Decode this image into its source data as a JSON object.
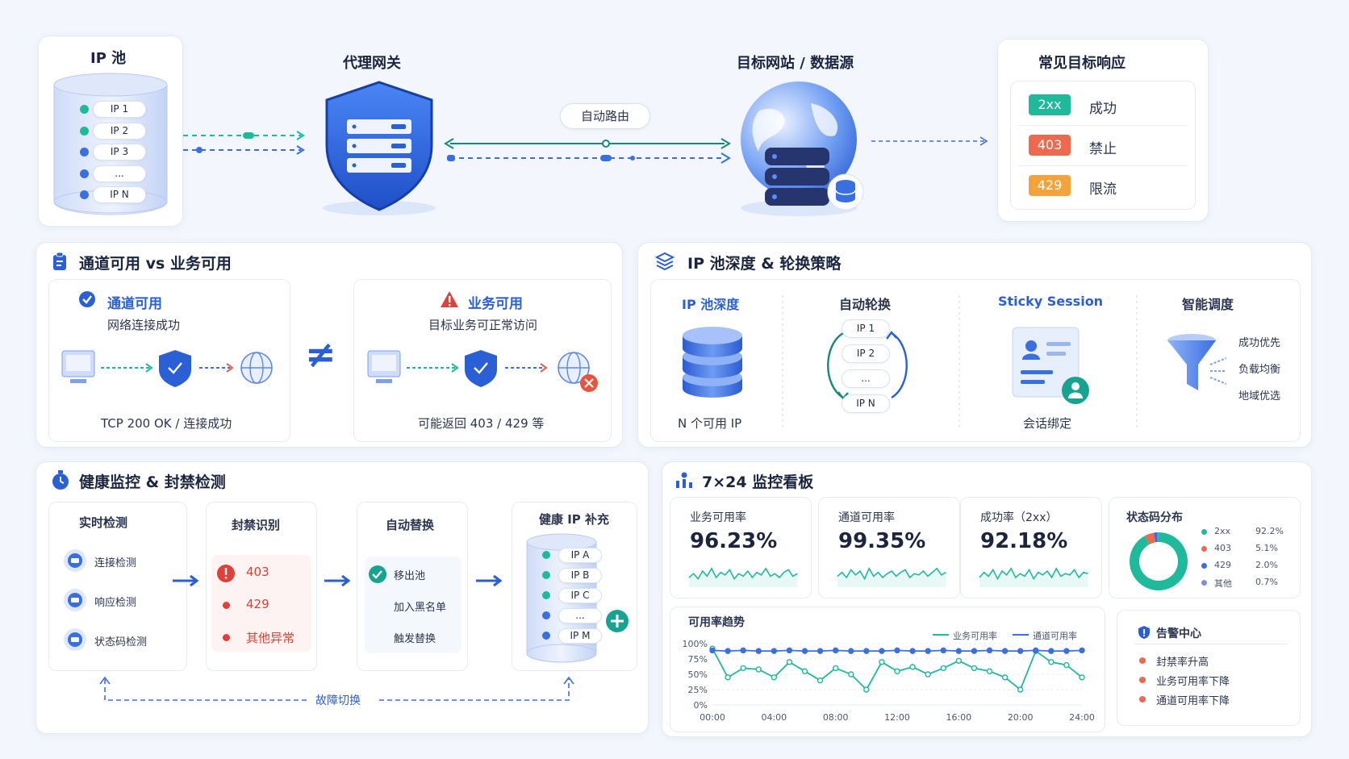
{
  "top": {
    "ip_pool": {
      "title": "IP 池",
      "items": [
        "IP 1",
        "IP 2",
        "IP 3",
        "...",
        "IP N"
      ]
    },
    "gateway": {
      "title": "代理网关"
    },
    "route_label": "自动路由",
    "target": {
      "title": "目标网站 / 数据源"
    },
    "responses": {
      "title": "常见目标响应",
      "items": [
        {
          "code": "2xx",
          "label": "成功",
          "color": "#1fb99b"
        },
        {
          "code": "403",
          "label": "禁止",
          "color": "#ee6a4f"
        },
        {
          "code": "429",
          "label": "限流",
          "color": "#f4a23c"
        }
      ]
    }
  },
  "availability": {
    "title": "通道可用 vs 业务可用",
    "channel": {
      "title": "通道可用",
      "subtitle": "网络连接成功",
      "footer": "TCP 200 OK / 连接成功"
    },
    "neq": "≠",
    "business": {
      "title": "业务可用",
      "subtitle": "目标业务可正常访问",
      "footer": "可能返回 403 / 429 等"
    }
  },
  "strategy": {
    "title": "IP 池深度 & 轮换策略",
    "depth": {
      "title": "IP 池深度",
      "footer": "N 个可用 IP"
    },
    "rotation": {
      "title": "自动轮换",
      "items": [
        "IP 1",
        "IP 2",
        "...",
        "IP N"
      ]
    },
    "sticky": {
      "title": "Sticky Session",
      "footer": "会话绑定"
    },
    "smart": {
      "title": "智能调度",
      "items": [
        "成功优先",
        "负载均衡",
        "地域优选"
      ]
    }
  },
  "health": {
    "title": "健康监控 & 封禁检测",
    "realtime": {
      "title": "实时检测",
      "items": [
        "连接检测",
        "响应检测",
        "状态码检测"
      ]
    },
    "ban": {
      "title": "封禁识别",
      "items": [
        "403",
        "429",
        "其他异常"
      ]
    },
    "replace": {
      "title": "自动替换",
      "items": [
        "移出池",
        "加入黑名单",
        "触发替换"
      ]
    },
    "replenish": {
      "title": "健康 IP 补充",
      "items": [
        "IP A",
        "IP B",
        "IP C",
        "...",
        "IP M"
      ]
    },
    "failover": "故障切换"
  },
  "dashboard": {
    "title": "7×24 监控看板",
    "metrics": [
      {
        "label": "业务可用率",
        "value": "96.23%"
      },
      {
        "label": "通道可用率",
        "value": "99.35%"
      },
      {
        "label": "成功率（2xx）",
        "value": "92.18%"
      }
    ],
    "status": {
      "title": "状态码分布",
      "items": [
        {
          "code": "2xx",
          "pct": "92.2%",
          "value": 92.2,
          "color": "#1fb99b"
        },
        {
          "code": "403",
          "pct": "5.1%",
          "value": 5.1,
          "color": "#ee6a4f"
        },
        {
          "code": "429",
          "pct": "2.0%",
          "value": 2.0,
          "color": "#3a6fe0"
        },
        {
          "code": "其他",
          "pct": "0.7%",
          "value": 0.7,
          "color": "#7a8fd9"
        }
      ]
    },
    "trend": {
      "title": "可用率趋势",
      "legend": [
        "业务可用率",
        "通道可用率"
      ],
      "y_ticks": [
        "100%",
        "75%",
        "50%",
        "25%",
        "0%"
      ],
      "x_ticks": [
        "00:00",
        "04:00",
        "08:00",
        "12:00",
        "16:00",
        "20:00",
        "24:00"
      ]
    },
    "alerts": {
      "title": "告警中心",
      "items": [
        "封禁率升高",
        "业务可用率下降",
        "通道可用率下降"
      ]
    }
  },
  "chart_data": {
    "type": "line",
    "title": "可用率趋势",
    "xlabel": "",
    "ylabel": "",
    "ylim": [
      0,
      100
    ],
    "x": [
      "00:00",
      "01:00",
      "02:00",
      "03:00",
      "04:00",
      "05:00",
      "06:00",
      "07:00",
      "08:00",
      "09:00",
      "10:00",
      "11:00",
      "12:00",
      "13:00",
      "14:00",
      "15:00",
      "16:00",
      "17:00",
      "18:00",
      "19:00",
      "20:00",
      "21:00",
      "22:00",
      "23:00",
      "24:00"
    ],
    "series": [
      {
        "name": "业务可用率",
        "color": "#1fb99b",
        "values": [
          92,
          45,
          60,
          58,
          45,
          70,
          55,
          40,
          60,
          50,
          25,
          70,
          55,
          62,
          50,
          60,
          72,
          60,
          55,
          45,
          25,
          88,
          70,
          65,
          45
        ]
      },
      {
        "name": "通道可用率",
        "color": "#3a6fe0",
        "values": [
          89,
          88,
          89,
          88,
          88,
          89,
          88,
          88,
          89,
          88,
          88,
          88,
          89,
          88,
          88,
          89,
          88,
          88,
          89,
          88,
          88,
          89,
          88,
          88,
          89
        ]
      }
    ],
    "grid": true,
    "legend_position": "top-right"
  }
}
